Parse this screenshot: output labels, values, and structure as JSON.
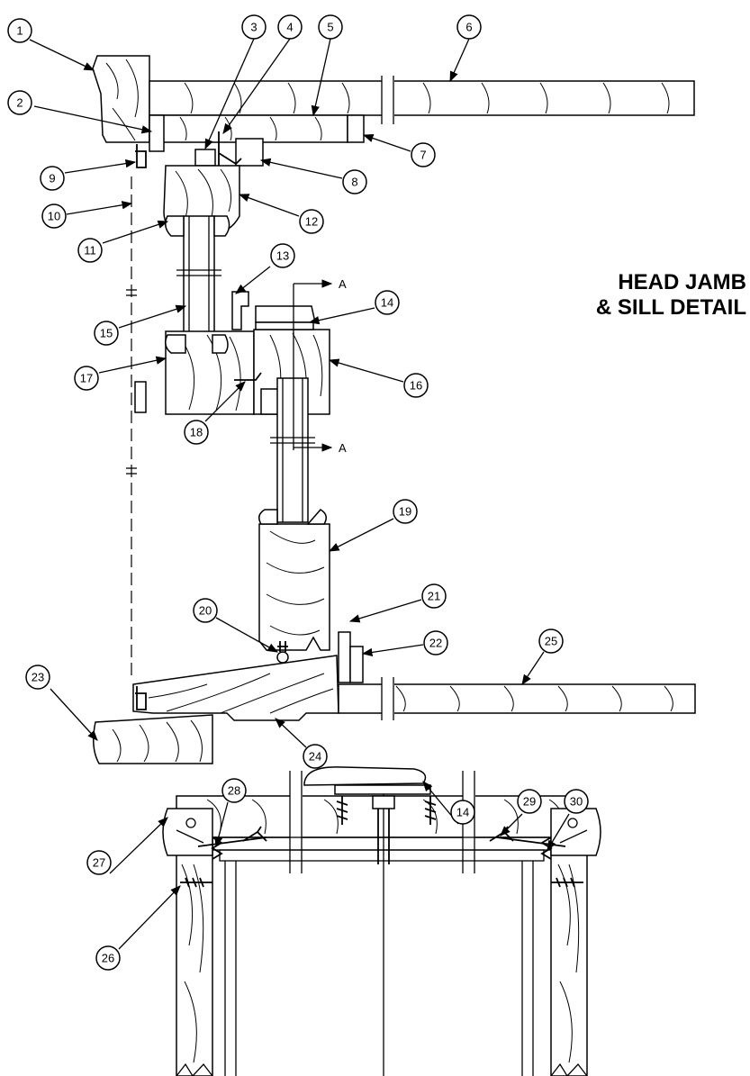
{
  "title": {
    "line1": "HEAD JAMB",
    "line2": "& SILL DETAIL"
  },
  "section_marker": {
    "label_top": "A",
    "label_bottom": "A"
  },
  "callouts": [
    {
      "id": "1",
      "label": "1"
    },
    {
      "id": "2",
      "label": "2"
    },
    {
      "id": "3",
      "label": "3"
    },
    {
      "id": "4",
      "label": "4"
    },
    {
      "id": "5",
      "label": "5"
    },
    {
      "id": "6",
      "label": "6"
    },
    {
      "id": "7",
      "label": "7"
    },
    {
      "id": "8",
      "label": "8"
    },
    {
      "id": "9",
      "label": "9"
    },
    {
      "id": "10",
      "label": "10"
    },
    {
      "id": "11",
      "label": "11"
    },
    {
      "id": "12",
      "label": "12"
    },
    {
      "id": "13",
      "label": "13"
    },
    {
      "id": "14",
      "label": "14"
    },
    {
      "id": "15",
      "label": "15"
    },
    {
      "id": "16",
      "label": "16"
    },
    {
      "id": "17",
      "label": "17"
    },
    {
      "id": "18",
      "label": "18"
    },
    {
      "id": "19",
      "label": "19"
    },
    {
      "id": "20",
      "label": "20"
    },
    {
      "id": "21",
      "label": "21"
    },
    {
      "id": "22",
      "label": "22"
    },
    {
      "id": "25",
      "label": "25"
    },
    {
      "id": "23",
      "label": "23"
    },
    {
      "id": "24",
      "label": "24"
    },
    {
      "id": "14b",
      "label": "14"
    },
    {
      "id": "27",
      "label": "27"
    },
    {
      "id": "28",
      "label": "28"
    },
    {
      "id": "29",
      "label": "29"
    },
    {
      "id": "30",
      "label": "30"
    },
    {
      "id": "26",
      "label": "26"
    }
  ]
}
